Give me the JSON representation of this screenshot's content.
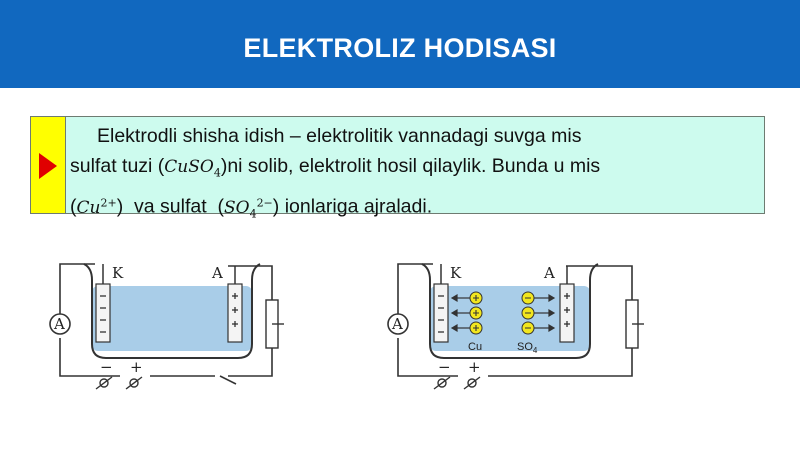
{
  "header": {
    "title": "ELEKTROLIZ HODISASI"
  },
  "callout": {
    "line1": "Elektrodli shisha idish – elektrolitik vannadagi suvga mis",
    "line2_pre": "sulfat tuzi (",
    "line2_formula": "CuSO",
    "line2_formula_sub": "4",
    "line2_post": ")ni solib, elektrolit hosil qilaylik. Bunda u mis",
    "line3_open1": "(",
    "line3_ion1": "Cu",
    "line3_ion1_sup": "2+",
    "line3_close1": ")  va sulfat  (",
    "line3_ion2": "SO",
    "line3_ion2_sub": "4",
    "line3_ion2_sup": "2−",
    "line3_post": ") ionlariga ajraladi."
  },
  "diagram_left": {
    "cathode_label": "K",
    "anode_label": "A",
    "ammeter_label": "A",
    "minus_sign": "−",
    "plus_sign": "+"
  },
  "diagram_right": {
    "cathode_label": "K",
    "anode_label": "A",
    "ammeter_label": "A",
    "minus_sign": "−",
    "plus_sign": "+",
    "cu_label": "Cu",
    "so4_label": "SO",
    "so4_sub": "4"
  },
  "colors": {
    "header_bg": "#1168bf",
    "callout_bg": "#cdfbee",
    "marker": "#ffff00",
    "arrow": "#e00000",
    "water": "#a9cde8",
    "ion": "#f2e61e"
  }
}
